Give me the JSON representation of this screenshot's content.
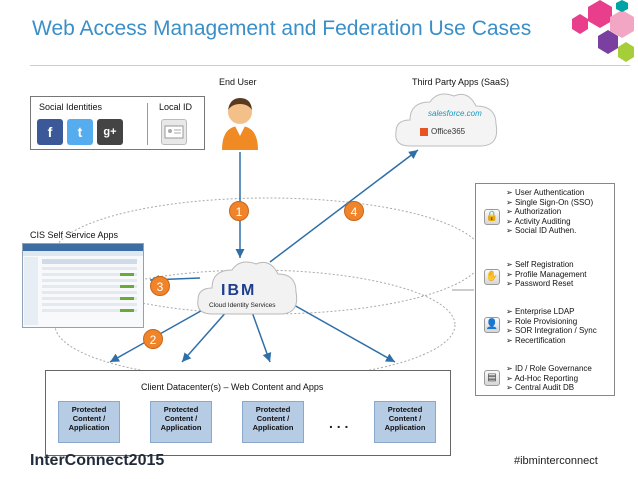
{
  "title": "Web Access Management and Federation Use Cases",
  "end_user_label": "End User",
  "third_party_label": "Third Party Apps (SaaS)",
  "identities": {
    "social_label": "Social Identities",
    "local_label": "Local ID",
    "facebook_glyph": "f",
    "twitter_glyph": "t",
    "google_glyph": "g+"
  },
  "saas": {
    "salesforce": "salesforce.com",
    "office": "Office365"
  },
  "self_service_label": "CIS Self Service Apps",
  "cloud": {
    "logo": "IBM",
    "caption": "Cloud Identity Services"
  },
  "steps": [
    "1",
    "2",
    "3",
    "4"
  ],
  "features": [
    {
      "icon": "lock-icon",
      "glyph": "🔒",
      "items": [
        "User Authentication",
        "Single Sign-On (SSO)",
        "Authorization",
        "Activity Auditing",
        "Social ID Authen."
      ]
    },
    {
      "icon": "hand-icon",
      "glyph": "✋",
      "items": [
        "Self Registration",
        "Profile Management",
        "Password Reset"
      ]
    },
    {
      "icon": "person-icon",
      "glyph": "👤",
      "items": [
        "Enterprise LDAP",
        "Role Provisioning",
        "SOR Integration / Sync",
        "Recertification"
      ]
    },
    {
      "icon": "id-card-icon",
      "glyph": "▤",
      "items": [
        "ID / Role Governance",
        "Ad-Hoc Reporting",
        "Central Audit DB"
      ]
    }
  ],
  "datacenter": {
    "label": "Client Datacenter(s) – Web Content and Apps",
    "boxes": [
      "Protected Content / Application",
      "Protected Content / Application",
      "Protected Content / Application",
      "Protected Content / Application"
    ],
    "ellipsis": ". . ."
  },
  "footer": {
    "brand": "InterConnect2015",
    "hashtag": "#ibminterconnect"
  }
}
